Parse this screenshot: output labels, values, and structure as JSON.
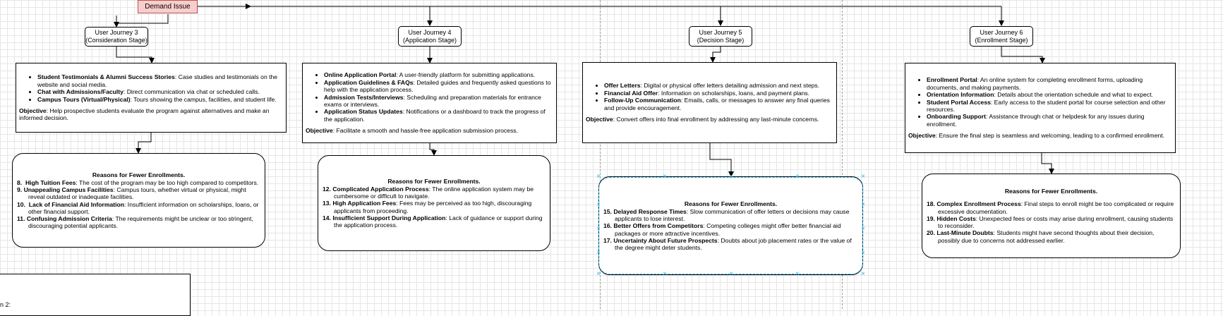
{
  "demand_issue": "Demand Issue",
  "journeys": [
    {
      "line1": "User Journey 3",
      "line2": "(Consideration Stage)"
    },
    {
      "line1": "User Journey 4",
      "line2": "(Application Stage)"
    },
    {
      "line1": "User Journey 5",
      "line2": "(Decision Stage)"
    },
    {
      "line1": "User Journey 6",
      "line2": "(Enrollment Stage)"
    }
  ],
  "boxes": [
    {
      "items": [
        {
          "bold": "Student Testimonials & Alumni Success Stories",
          "text": ": Case studies and testimonials on the website and social media."
        },
        {
          "bold": "Chat with Admissions/Faculty",
          "text": ": Direct communication via chat or scheduled calls."
        },
        {
          "bold": "Campus Tours (Virtual/Physical)",
          "text": ": Tours showing the campus, facilities, and student life."
        }
      ],
      "objective_label": "Objective",
      "objective": ": Help prospective students evaluate the program against alternatives and make an informed decision."
    },
    {
      "items": [
        {
          "bold": "Online Application Portal",
          "text": ": A user-friendly platform for submitting applications."
        },
        {
          "bold": "Application Guidelines & FAQs",
          "text": ": Detailed guides and frequently asked questions to help with the application process."
        },
        {
          "bold": "Admission Tests/Interviews",
          "text": ": Scheduling and preparation materials for entrance exams or interviews."
        },
        {
          "bold": "Application Status Updates",
          "text": ": Notifications or a dashboard to track the progress of the application."
        }
      ],
      "objective_label": "Objective",
      "objective": ": Facilitate a smooth and hassle-free application submission process."
    },
    {
      "items": [
        {
          "bold": "Offer Letters",
          "text": ": Digital or physical offer letters detailing admission and next steps."
        },
        {
          "bold": "Financial Aid Offer",
          "text": ": Information on scholarships, loans, and payment plans."
        },
        {
          "bold": "Follow-Up Communication",
          "text": ": Emails, calls, or messages to answer any final queries and provide encouragement."
        }
      ],
      "objective_label": "Objective",
      "objective": ": Convert offers into final enrollment by addressing any last-minute concerns."
    },
    {
      "items": [
        {
          "bold": "Enrollment Portal",
          "text": ": An online system for completing enrollment forms, uploading documents, and making payments."
        },
        {
          "bold": "Orientation Information",
          "text": ": Details about the orientation schedule and what to expect."
        },
        {
          "bold": "Student Portal Access",
          "text": ": Early access to the student portal for course selection and other resources."
        },
        {
          "bold": "Onboarding Support",
          "text": ": Assistance through chat or helpdesk for any issues during enrollment."
        }
      ],
      "objective_label": "Objective",
      "objective": ": Ensure the final step is seamless and welcoming, leading to a confirmed enrollment."
    }
  ],
  "reasons": [
    {
      "title": "Reasons for Fewer Enrollments.",
      "items": [
        {
          "num": "8.",
          "bold": "High Tuition Fees",
          "text": ": The cost of the program may be too high compared to competitors."
        },
        {
          "num": "9.",
          "bold": "Unappealing Campus Facilities",
          "text": ": Campus tours, whether virtual or physical, might reveal outdated or inadequate facilities."
        },
        {
          "num": "10.",
          "bold": "Lack of Financial Aid Information",
          "text": ": Insufficient information on scholarships, loans, or other financial support."
        },
        {
          "num": "11.",
          "bold": "Confusing Admission Criteria",
          "text": ": The requirements might be unclear or too stringent, discouraging potential applicants."
        }
      ]
    },
    {
      "title": "Reasons for Fewer Enrollments.",
      "items": [
        {
          "num": "12.",
          "bold": "Complicated Application Process",
          "text": ": The online application system may be cumbersome or difficult to navigate."
        },
        {
          "num": "13.",
          "bold": "High Application Fees",
          "text": ": Fees may be perceived as too high, discouraging applicants from proceeding."
        },
        {
          "num": "14.",
          "bold": "Insufficient Support During Application",
          "text": ": Lack of guidance or support during  the application process."
        }
      ]
    },
    {
      "title": "Reasons for Fewer Enrollments.",
      "items": [
        {
          "num": "15.",
          "bold": "Delayed Response Times",
          "text": ": Slow communication of offer letters or decisions may cause applicants to lose interest."
        },
        {
          "num": "16.",
          "bold": "Better Offers from Competitors",
          "text": ": Competing colleges might offer better financial aid packages or more attractive incentives."
        },
        {
          "num": "17.",
          "bold": "Uncertainty About Future Prospects",
          "text": ": Doubts about job placement rates or the value of the degree might deter students."
        }
      ]
    },
    {
      "title": "Reasons for Fewer Enrollments.",
      "items": [
        {
          "num": "18.",
          "bold": "Complex Enrollment Process",
          "text": ": Final steps to enroll might be too complicated or require excessive documentation."
        },
        {
          "num": "19.",
          "bold": "Hidden Costs",
          "text": ": Unexpected fees or costs may arise during enrollment, causing students  to reconsider."
        },
        {
          "num": "20.",
          "bold": "Last-Minute Doubts",
          "text": ": Students might have second thoughts about their decision, possibly due to concerns not addressed earlier."
        }
      ]
    }
  ],
  "bottom_fragment": "n 2:",
  "colors": {
    "demand_fill": "#f8cecc",
    "demand_border": "#b85450",
    "selection": "#29b6f2",
    "grid": "#e6e6e6"
  }
}
